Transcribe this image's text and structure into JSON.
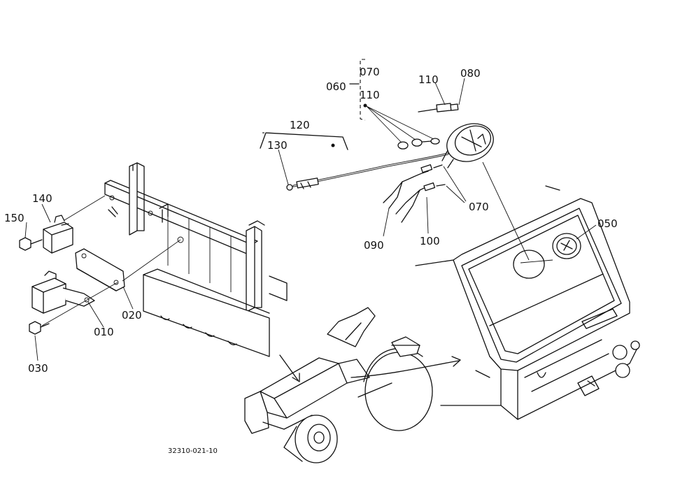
{
  "diagram": {
    "reference_code": "32310-021-10",
    "callouts": [
      {
        "id": "150",
        "label": "150"
      },
      {
        "id": "140",
        "label": "140"
      },
      {
        "id": "010",
        "label": "010"
      },
      {
        "id": "020",
        "label": "020"
      },
      {
        "id": "030",
        "label": "030"
      },
      {
        "id": "120",
        "label": "120"
      },
      {
        "id": "130",
        "label": "130"
      },
      {
        "id": "060",
        "label": "060"
      },
      {
        "id": "070a",
        "label": "070"
      },
      {
        "id": "110a",
        "label": "110"
      },
      {
        "id": "110b",
        "label": "110"
      },
      {
        "id": "080",
        "label": "080"
      },
      {
        "id": "070b",
        "label": "070"
      },
      {
        "id": "090",
        "label": "090"
      },
      {
        "id": "100",
        "label": "100"
      },
      {
        "id": "050",
        "label": "050"
      }
    ]
  }
}
